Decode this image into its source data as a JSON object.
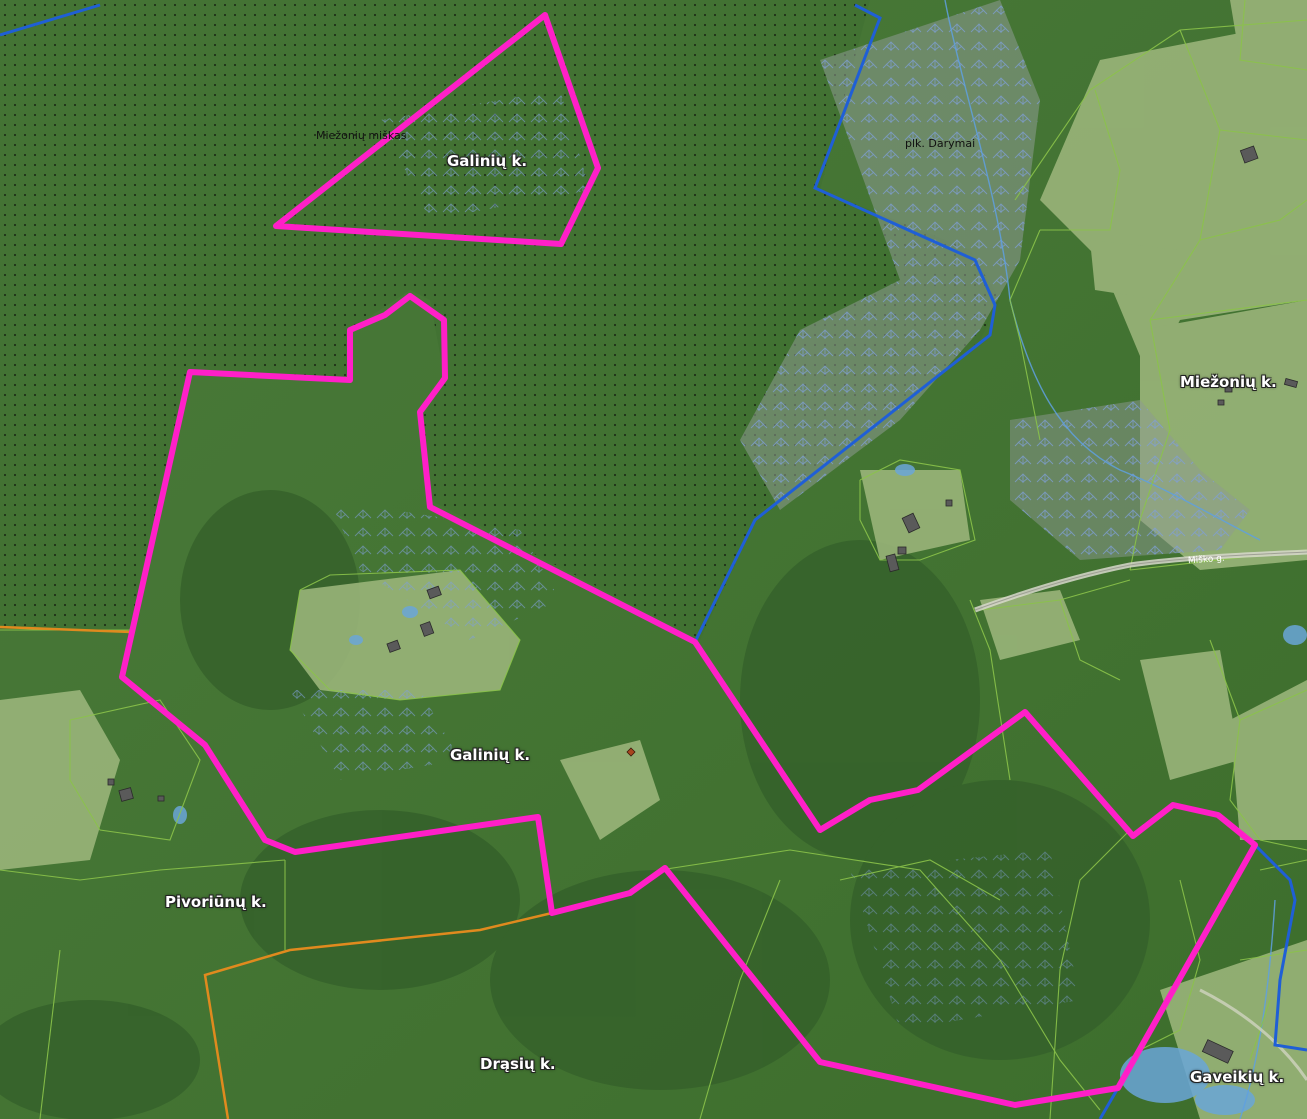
{
  "map": {
    "colors": {
      "forest_protected": "#3f6f32",
      "forest": "#44772f",
      "meadow": "#9cb67a",
      "wetland": "#8a9a9a",
      "study_area_boundary": "#ff1fc8",
      "forest_boundary": "#1f5fd6",
      "village_boundary": "#e08a1e",
      "parcel_lines": "#8bc34a",
      "water": "#6aa6d8",
      "building": "#5a5a5a"
    },
    "labels": {
      "galiniu_north": "Galinių k.",
      "galiniu_south": "Galinių k.",
      "miezoniu_village": "Miežonių k.",
      "pivoriunu_village": "Pivoriūnų k.",
      "drasiu_village": "Drąsių k.",
      "gaveikiu_village": "Gaveikių k.",
      "miezoniu_forest": "Miežonių miškas",
      "darymai_wetland": "plk. Darymai",
      "street": "Miško g."
    }
  }
}
